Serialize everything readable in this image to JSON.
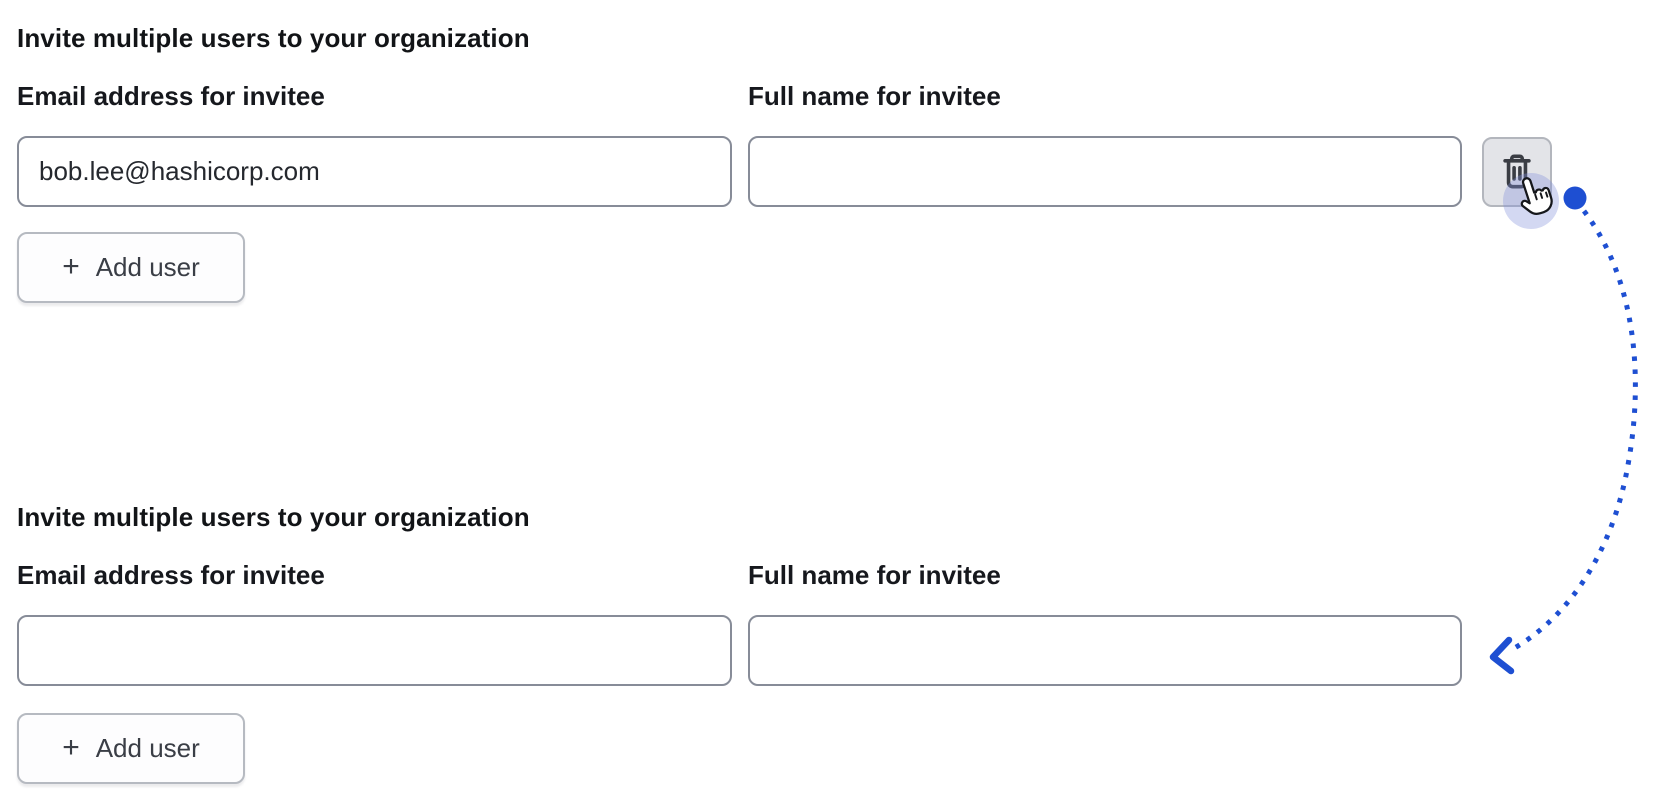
{
  "forms": [
    {
      "title": "Invite multiple users to your organization",
      "email_label": "Email address for invitee",
      "email_value": "bob.lee@hashicorp.com",
      "name_label": "Full name for invitee",
      "name_value": "",
      "add_button_label": "Add user",
      "add_button_icon": "+"
    },
    {
      "title": "Invite multiple users to your organization",
      "email_label": "Email address for invitee",
      "email_value": "",
      "name_label": "Full name for invitee",
      "name_value": "",
      "add_button_label": "Add user",
      "add_button_icon": "+"
    }
  ],
  "annotation": {
    "arrow_color": "#1e4fd2",
    "halo_color": "rgba(129,144,219,0.35)",
    "trash_icon_color": "#3a3d44"
  }
}
